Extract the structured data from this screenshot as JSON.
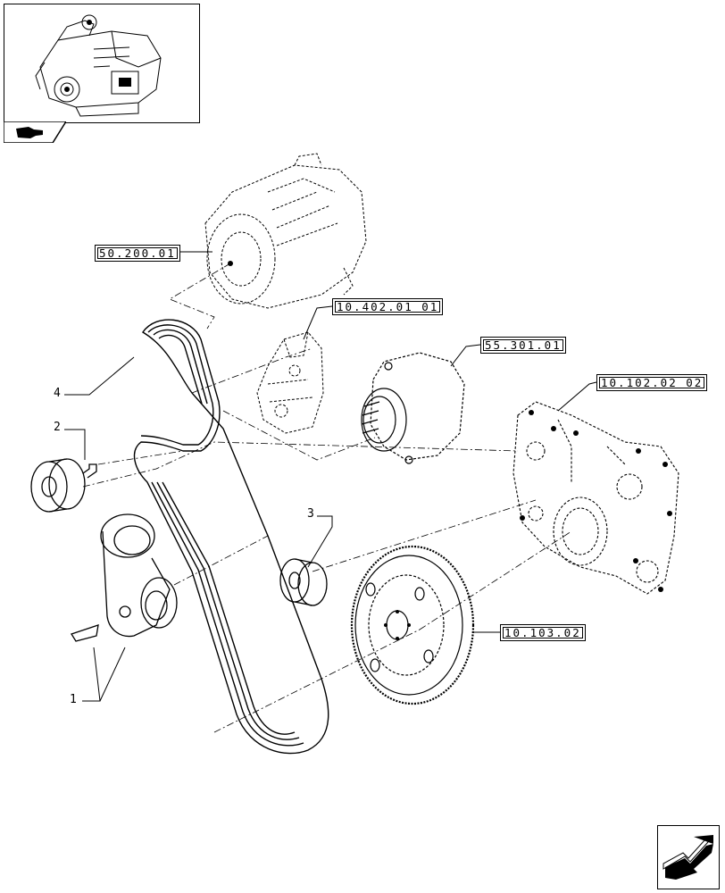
{
  "diagram": {
    "reference_boxes": [
      {
        "id": "compressor_ref",
        "label": "50.200.01"
      },
      {
        "id": "bracket_ref",
        "label": "10.402.01 01"
      },
      {
        "id": "alternator_ref",
        "label": "55.301.01"
      },
      {
        "id": "timing_cover_ref",
        "label": "10.102.02 02"
      },
      {
        "id": "damper_ref",
        "label": "10.103.02"
      }
    ],
    "item_numbers": [
      {
        "id": "belt",
        "label": "4"
      },
      {
        "id": "idler_pulley",
        "label": "2"
      },
      {
        "id": "idler_pulley_small",
        "label": "3"
      },
      {
        "id": "tensioner",
        "label": "1"
      }
    ],
    "icons": {
      "thumbnail": "engine-thumbnail-icon",
      "tab": "hand-pointer-icon",
      "nav": "next-page-arrow-icon"
    }
  }
}
